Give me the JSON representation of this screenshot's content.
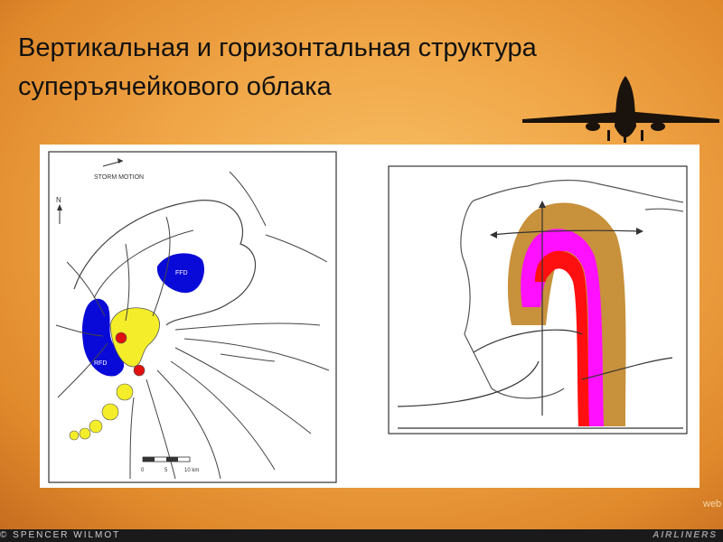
{
  "slide": {
    "title_line1": "Вертикальная и горизонтальная структура",
    "title_line2": "суперъячейкового облака"
  },
  "diagram_left": {
    "storm_motion_label": "STORM MOTION",
    "north_label": "N",
    "ff_label": "FFD",
    "rf_label": "RFD",
    "scale_labels": [
      "0",
      "5",
      "10 km"
    ]
  },
  "footer": {
    "photo_credit": "© SPENCER WILMOT",
    "brand": "AIRLINERS",
    "watermark": "web"
  },
  "colors": {
    "downdraft": "#0a0ad8",
    "updraft_yellow": "#f4ee2a",
    "core_red": "#e01010",
    "outer_cloud": "#c8913c",
    "mid_cloud": "#ff10ff",
    "inner_cloud": "#ff1010"
  }
}
